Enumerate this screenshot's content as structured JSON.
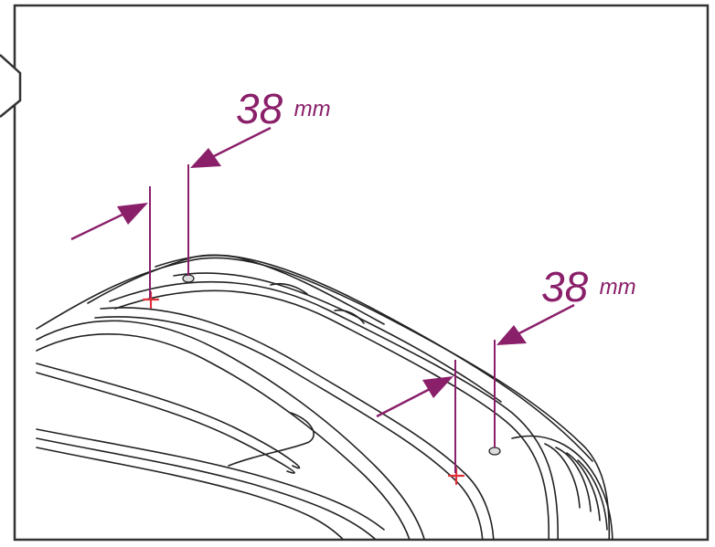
{
  "dimensions": {
    "left_pair": {
      "value": "38",
      "unit": "mm"
    },
    "right_pair": {
      "value": "38",
      "unit": "mm"
    }
  },
  "colors": {
    "accent": "#8a1f6a",
    "marker": "#e0303a",
    "line": "#222222",
    "frame": "#333333",
    "background": "#ffffff"
  },
  "icons": {
    "hole_marker": "cross-marker-icon",
    "existing_hole": "screw-hole-icon",
    "arrow": "dimension-arrow-icon"
  }
}
